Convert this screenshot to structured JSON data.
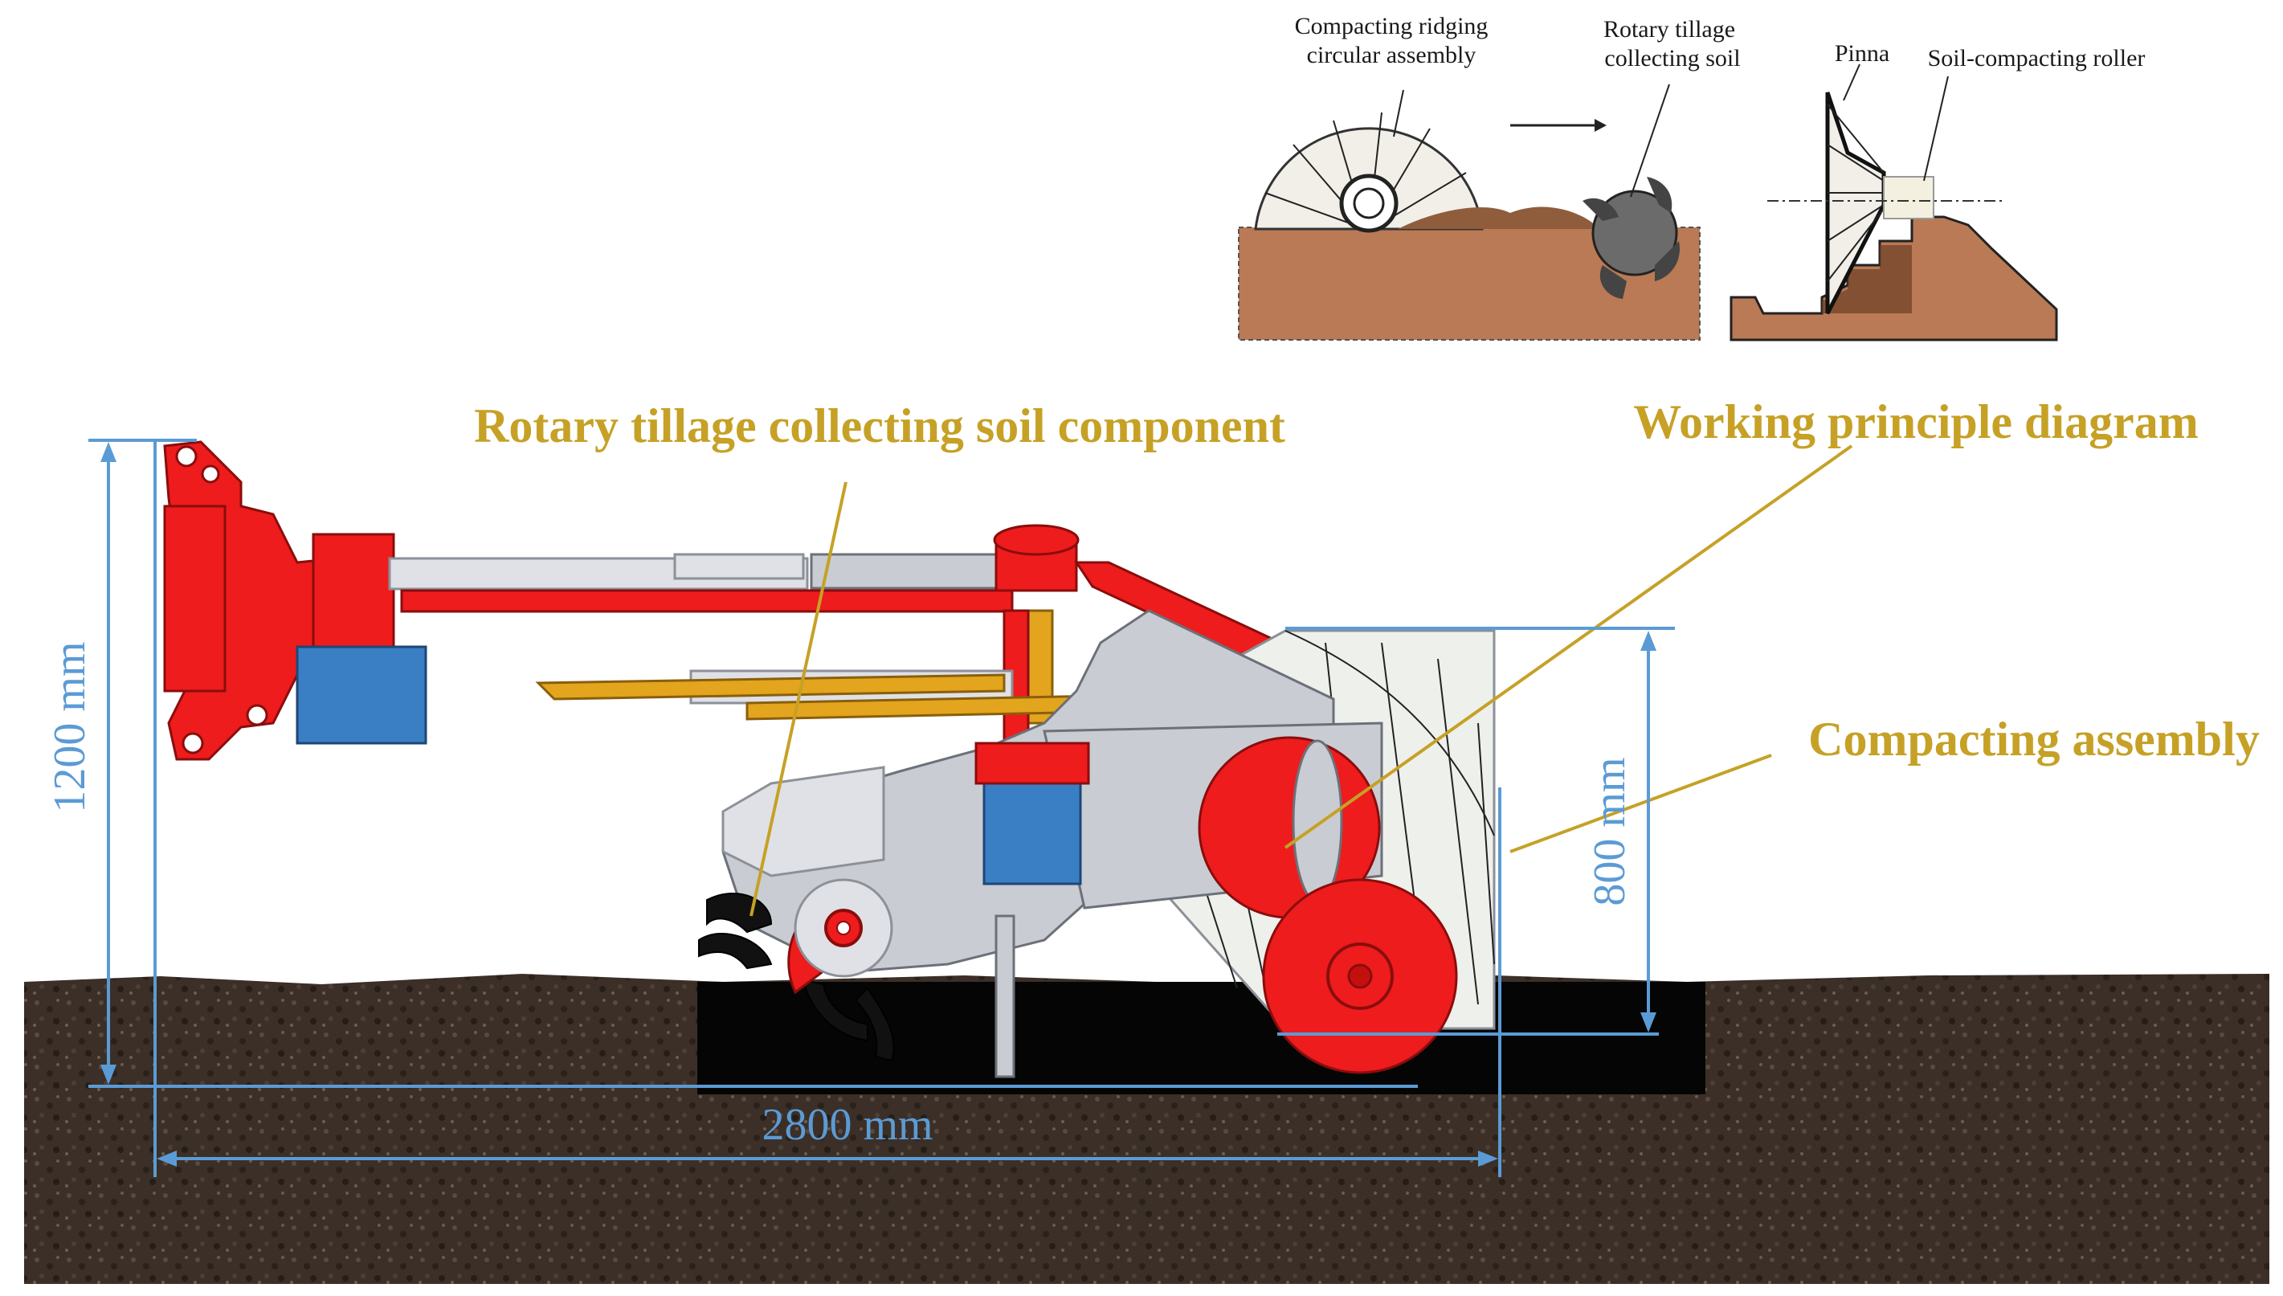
{
  "callouts": {
    "rotary": "Rotary tillage collecting soil component",
    "principle": "Working principle diagram",
    "compacting": "Compacting assembly"
  },
  "inset": {
    "ridging_line1": "Compacting ridging",
    "ridging_line2": "circular assembly",
    "rotary_line1": "Rotary tillage",
    "rotary_line2": "collecting soil",
    "pinna": "Pinna",
    "roller": "Soil-compacting roller"
  },
  "dimensions": {
    "height": "1200 mm",
    "roller_height": "800 mm",
    "length": "2800 mm"
  },
  "colors": {
    "callout": "#c6a126",
    "dimension": "#5b9bd5",
    "frame_red": "#ee1c1c",
    "gearbox_blue": "#3a7ec4",
    "soil": "#3a2d25"
  }
}
